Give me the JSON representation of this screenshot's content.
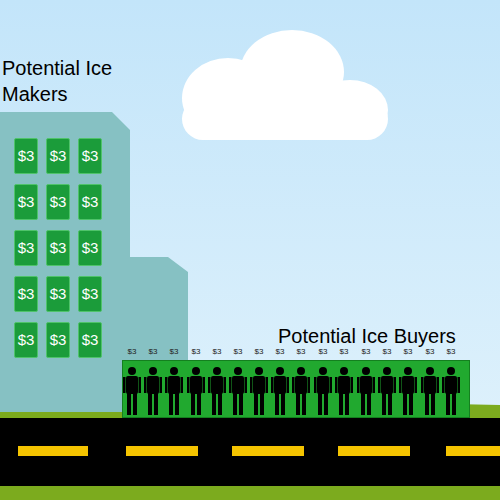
{
  "diagram": {
    "nodes": [
      {
        "text": [
          "Potential Ice Makers"
        ]
      },
      {
        "text": [
          "$3"
        ],
        "in": 0
      },
      {
        "text": [
          "$3"
        ],
        "in": 0
      },
      {
        "text": [
          "$3"
        ],
        "in": 0
      },
      {
        "text": [
          "$3"
        ],
        "in": 0
      },
      {
        "text": [
          "$3"
        ],
        "in": 0
      },
      {
        "text": [
          "$3"
        ],
        "in": 0
      },
      {
        "text": [
          "$3"
        ],
        "in": 0
      },
      {
        "text": [
          "$3"
        ],
        "in": 0
      },
      {
        "text": [
          "$3"
        ],
        "in": 0
      },
      {
        "text": [
          "$3"
        ],
        "in": 0
      },
      {
        "text": [
          "$3"
        ],
        "in": 0
      },
      {
        "text": [
          "$3"
        ],
        "in": 0
      },
      {
        "text": [
          "$3"
        ],
        "in": 0
      },
      {
        "text": [
          "$3"
        ],
        "in": 0
      },
      {
        "text": [
          "$3"
        ],
        "in": 0
      },
      {
        "text": [
          "Potential Ice Buyers"
        ]
      }
    ],
    "labels": [
      "$3",
      "$3",
      "$3",
      "$3",
      "$3",
      "$3",
      "$3",
      "$3",
      "$3",
      "$3",
      "$3",
      "$3",
      "$3",
      "$3",
      "$3",
      "$3"
    ]
  }
}
